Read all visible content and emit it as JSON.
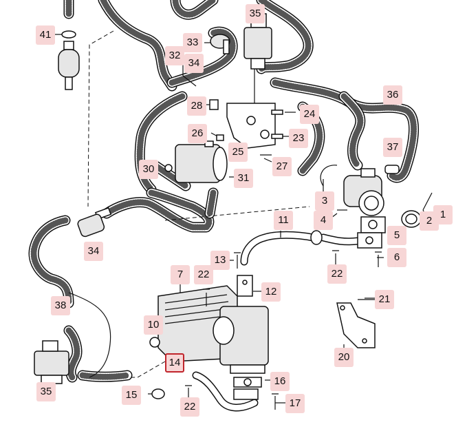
{
  "diagram": {
    "callouts": [
      {
        "id": "c41",
        "label": "41"
      },
      {
        "id": "c35a",
        "label": "35"
      },
      {
        "id": "c33",
        "label": "33"
      },
      {
        "id": "c32",
        "label": "32"
      },
      {
        "id": "c34a",
        "label": "34"
      },
      {
        "id": "c36",
        "label": "36"
      },
      {
        "id": "c28",
        "label": "28"
      },
      {
        "id": "c24",
        "label": "24"
      },
      {
        "id": "c26",
        "label": "26"
      },
      {
        "id": "c23",
        "label": "23"
      },
      {
        "id": "c25",
        "label": "25"
      },
      {
        "id": "c37",
        "label": "37"
      },
      {
        "id": "c30",
        "label": "30"
      },
      {
        "id": "c27",
        "label": "27"
      },
      {
        "id": "c31",
        "label": "31"
      },
      {
        "id": "c3",
        "label": "3"
      },
      {
        "id": "c1",
        "label": "1"
      },
      {
        "id": "c2",
        "label": "2"
      },
      {
        "id": "c11",
        "label": "11"
      },
      {
        "id": "c4",
        "label": "4"
      },
      {
        "id": "c5",
        "label": "5"
      },
      {
        "id": "c34b",
        "label": "34"
      },
      {
        "id": "c13",
        "label": "13"
      },
      {
        "id": "c6",
        "label": "6"
      },
      {
        "id": "c7",
        "label": "7"
      },
      {
        "id": "c22a",
        "label": "22"
      },
      {
        "id": "c22b",
        "label": "22"
      },
      {
        "id": "c12",
        "label": "12"
      },
      {
        "id": "c38",
        "label": "38"
      },
      {
        "id": "c21",
        "label": "21"
      },
      {
        "id": "c10",
        "label": "10"
      },
      {
        "id": "c20",
        "label": "20"
      },
      {
        "id": "c14",
        "label": "14",
        "selected": true
      },
      {
        "id": "c16",
        "label": "16"
      },
      {
        "id": "c35b",
        "label": "35"
      },
      {
        "id": "c15",
        "label": "15"
      },
      {
        "id": "c22c",
        "label": "22"
      },
      {
        "id": "c17",
        "label": "17"
      }
    ]
  },
  "colors": {
    "callout_bg": "#f7d6d6",
    "selected_border": "#c0242b",
    "ink": "#111111"
  }
}
